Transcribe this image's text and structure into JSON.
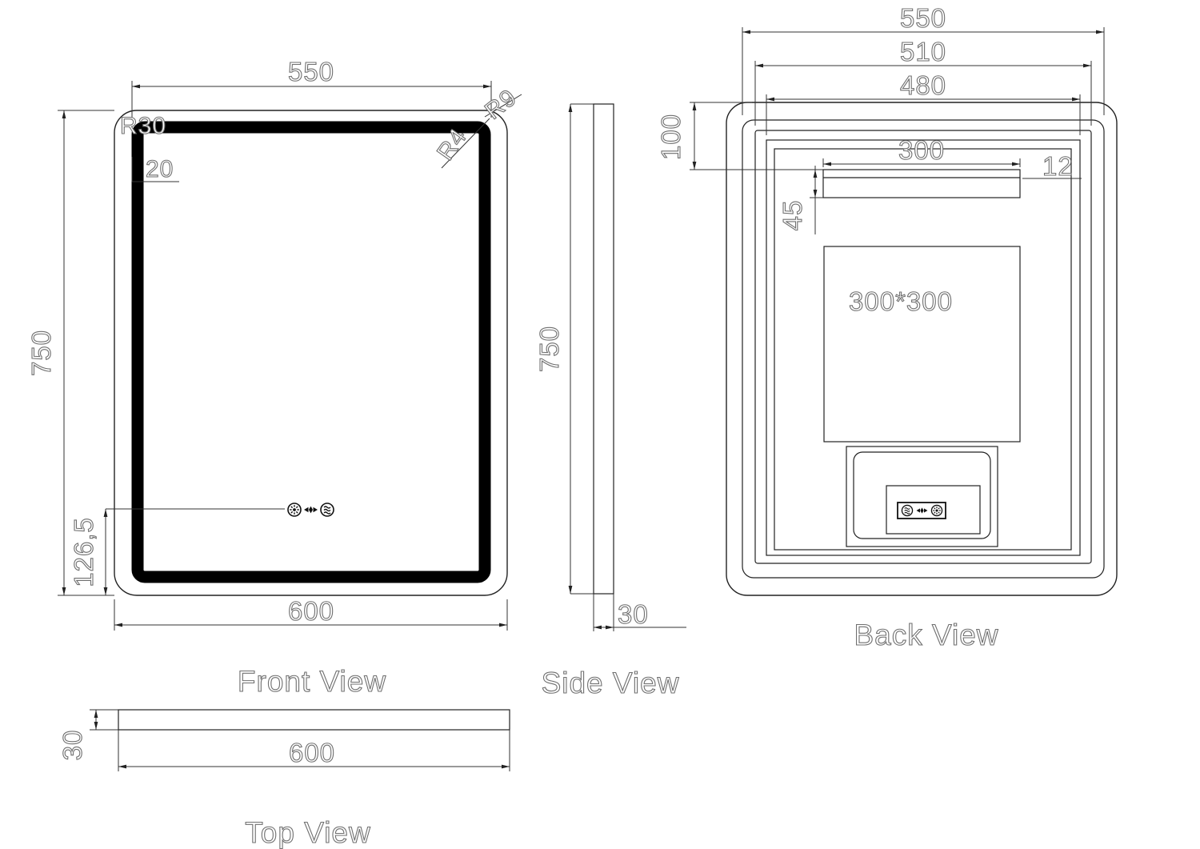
{
  "views": {
    "front": {
      "label": "Front View",
      "dim_band_width": "550",
      "dim_overall_width": "600",
      "dim_overall_height": "750",
      "dim_edge_inset": "20",
      "dim_button_offset": "126,5",
      "radius_outer": "R30",
      "radius_band": "R9",
      "radius_inner": "R4"
    },
    "side": {
      "label": "Side View",
      "dim_height": "750",
      "dim_thickness": "30"
    },
    "top": {
      "label": "Top View",
      "dim_width": "600",
      "dim_thickness": "30"
    },
    "back": {
      "label": "Back View",
      "dim_frame_width": "550",
      "dim_mid_width": "510",
      "dim_inner_width": "480",
      "dim_top_offset": "100",
      "dim_bracket_width": "300",
      "dim_slot_height": "12",
      "dim_bracket_height": "45",
      "defogger_pad_size": "300*300"
    }
  },
  "icons": {
    "front": [
      "light-sun-icon",
      "fan-arrows-icon",
      "defog-icon"
    ],
    "back": [
      "defog-icon",
      "fan-arrows-icon",
      "light-sun-icon"
    ]
  },
  "colors": {
    "line": "#222222",
    "led_band": "#000000",
    "text_outline": "#6f6f6f",
    "background": "#ffffff"
  }
}
